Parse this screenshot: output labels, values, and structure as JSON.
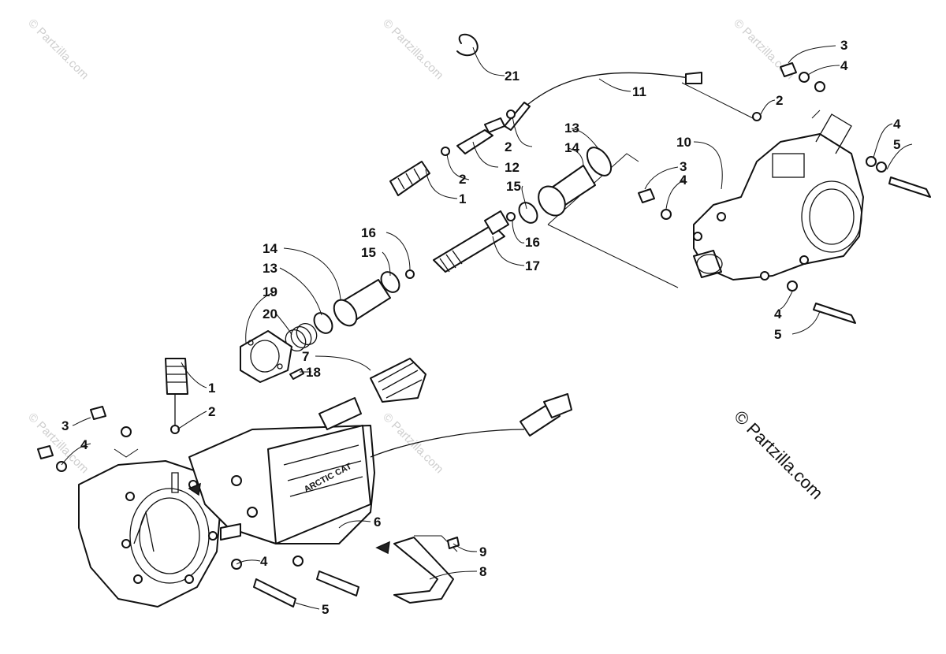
{
  "diagram": {
    "brand_logo": "ARCTIC CAT",
    "watermarks": {
      "small": "© Partzilla.com",
      "large": "© Partzilla.com"
    },
    "callouts": {
      "c1_top": "1",
      "c2_top_a": "2",
      "c2_top_b": "2",
      "c12": "12",
      "c11": "11",
      "c21": "21",
      "c2_right": "2",
      "c3_right_top": "3",
      "c4_right_top": "4",
      "c4_right_mid": "4",
      "c5_right_mid": "5",
      "c10": "10",
      "c3_mid": "3",
      "c4_mid": "4",
      "c13_top": "13",
      "c14_top": "14",
      "c15_top": "15",
      "c16_a": "16",
      "c16_b": "16",
      "c15_mid": "15",
      "c17": "17",
      "c14_mid": "14",
      "c13_mid": "13",
      "c19": "19",
      "c20": "20",
      "c18": "18",
      "c7": "7",
      "c4_right_bot": "4",
      "c5_right_bot": "5",
      "c1_left": "1",
      "c2_left": "2",
      "c3_left": "3",
      "c4_left": "4",
      "c6": "6",
      "c9": "9",
      "c8": "8",
      "c4_bot": "4",
      "c5_bot": "5"
    }
  }
}
